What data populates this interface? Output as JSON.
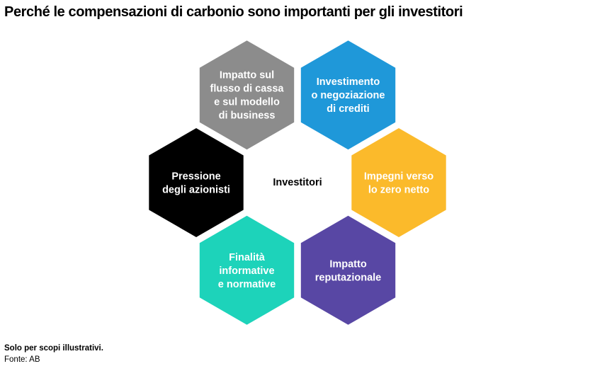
{
  "title": "Perché le compensazioni di carbonio sono importanti per gli investitori",
  "center": {
    "label": "Investitori"
  },
  "hexagons": [
    {
      "id": "cash-flow",
      "lines": [
        "Impatto sul",
        "flusso di cassa",
        "e sul modello",
        "di business"
      ],
      "color": "#8C8C8C",
      "text_color": "#FFFFFF"
    },
    {
      "id": "investment",
      "lines": [
        "Investimento",
        "o negoziazione",
        "di crediti"
      ],
      "color": "#1F98D9",
      "text_color": "#FFFFFF"
    },
    {
      "id": "net-zero",
      "lines": [
        "Impegni verso",
        "lo zero netto"
      ],
      "color": "#FBBA2B",
      "text_color": "#FFFFFF"
    },
    {
      "id": "reputational",
      "lines": [
        "Impatto",
        "reputazionale"
      ],
      "color": "#5847A4",
      "text_color": "#FFFFFF"
    },
    {
      "id": "disclosure",
      "lines": [
        "Finalità",
        "informative",
        "e normative"
      ],
      "color": "#1DD3BA",
      "text_color": "#FFFFFF"
    },
    {
      "id": "shareholder",
      "lines": [
        "Pressione",
        "degli azionisti"
      ],
      "color": "#000000",
      "text_color": "#FFFFFF"
    }
  ],
  "footnote": "Solo per scopi illustrativi.",
  "source": "Fonte: AB"
}
